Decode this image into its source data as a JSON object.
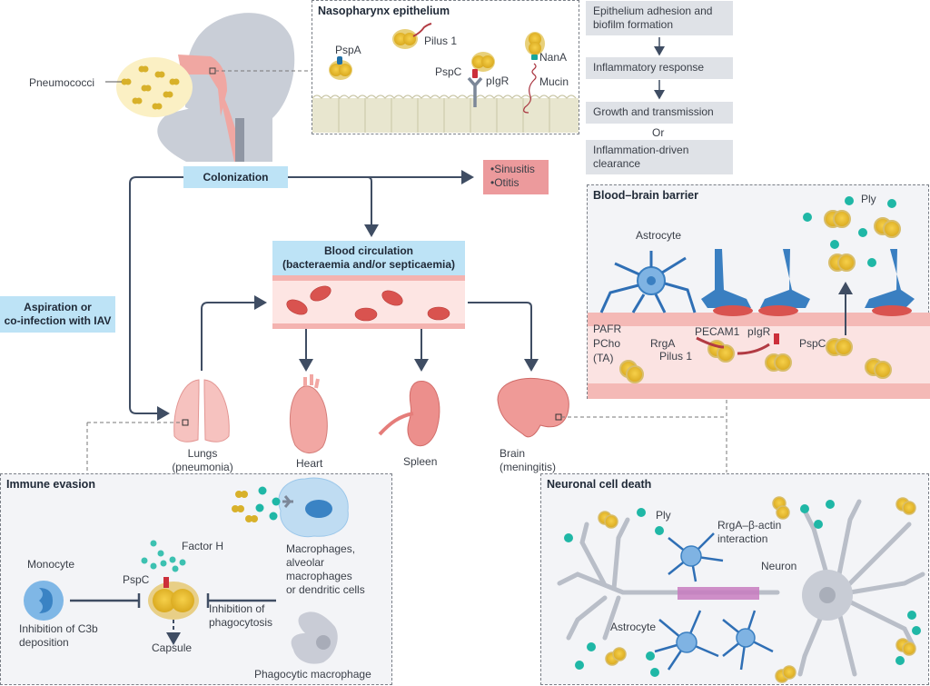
{
  "colors": {
    "flow_box_blue": "#bde3f6",
    "flow_arrow": "#3f4d63",
    "outcome_box_red": "#ec9a9c",
    "step_box_grey": "#dfe2e7",
    "bacteria_yellow": "#e9bf2e",
    "ply_teal": "#1fb7a6",
    "astrocyte_blue": "#3a7fc1",
    "organ_pink": "#f2a7a3",
    "red_blood_cell": "#d9534f"
  },
  "head": {
    "pneumococci_label": "Pneumococci"
  },
  "nasopharynx": {
    "title": "Nasopharynx epithelium",
    "labels": {
      "pspa": "PspA",
      "pilus1": "Pilus 1",
      "pspc": "PspC",
      "pigr": "pIgR",
      "nana": "NanA",
      "mucin": "Mucin"
    }
  },
  "steps": {
    "items": [
      "Epithelium adhesion and biofilm formation",
      "Inflammatory response",
      "Growth and transmission",
      "Inflammation-driven clearance"
    ],
    "or_label": "Or"
  },
  "flow": {
    "colonization": "Colonization",
    "outcomes": [
      "Sinusitis",
      "Otitis"
    ],
    "bullet": "•",
    "blood_title_line1": "Blood circulation",
    "blood_title_line2": "(bacteraemia and/or septicaemia)",
    "aspiration_line1": "Aspiration or",
    "aspiration_line2": "co-infection with IAV"
  },
  "organs": {
    "lungs_line1": "Lungs",
    "lungs_line2": "(pneumonia)",
    "heart": "Heart",
    "spleen": "Spleen",
    "brain_line1": "Brain",
    "brain_line2": "(meningitis)"
  },
  "bbb": {
    "title": "Blood–brain barrier",
    "labels": {
      "astrocyte": "Astrocyte",
      "ply": "Ply",
      "pafr": "PAFR",
      "pcho": "PCho",
      "ta": "(TA)",
      "rrga": "RrgA",
      "pecam1": "PECAM1",
      "pilus1": "Pilus 1",
      "pigr": "pIgR",
      "pspc": "PspC"
    }
  },
  "immune": {
    "title": "Immune evasion",
    "labels": {
      "monocyte": "Monocyte",
      "inhibition_c3b_line1": "Inhibition of C3b",
      "inhibition_c3b_line2": "deposition",
      "factor_h": "Factor H",
      "pspc": "PspC",
      "capsule": "Capsule",
      "inhibition_phago_line1": "Inhibition of",
      "inhibition_phago_line2": "phagocytosis",
      "macrophages_line1": "Macrophages,",
      "macrophages_line2": "alveolar",
      "macrophages_line3": "macrophages",
      "macrophages_line4": "or dendritic cells",
      "phagocytic_macrophage": "Phagocytic macrophage"
    }
  },
  "neuronal": {
    "title": "Neuronal cell death",
    "labels": {
      "ply": "Ply",
      "rrga_line1": "RrgA–β-actin",
      "rrga_line2": "interaction",
      "neuron": "Neuron",
      "astrocyte": "Astrocyte"
    }
  }
}
